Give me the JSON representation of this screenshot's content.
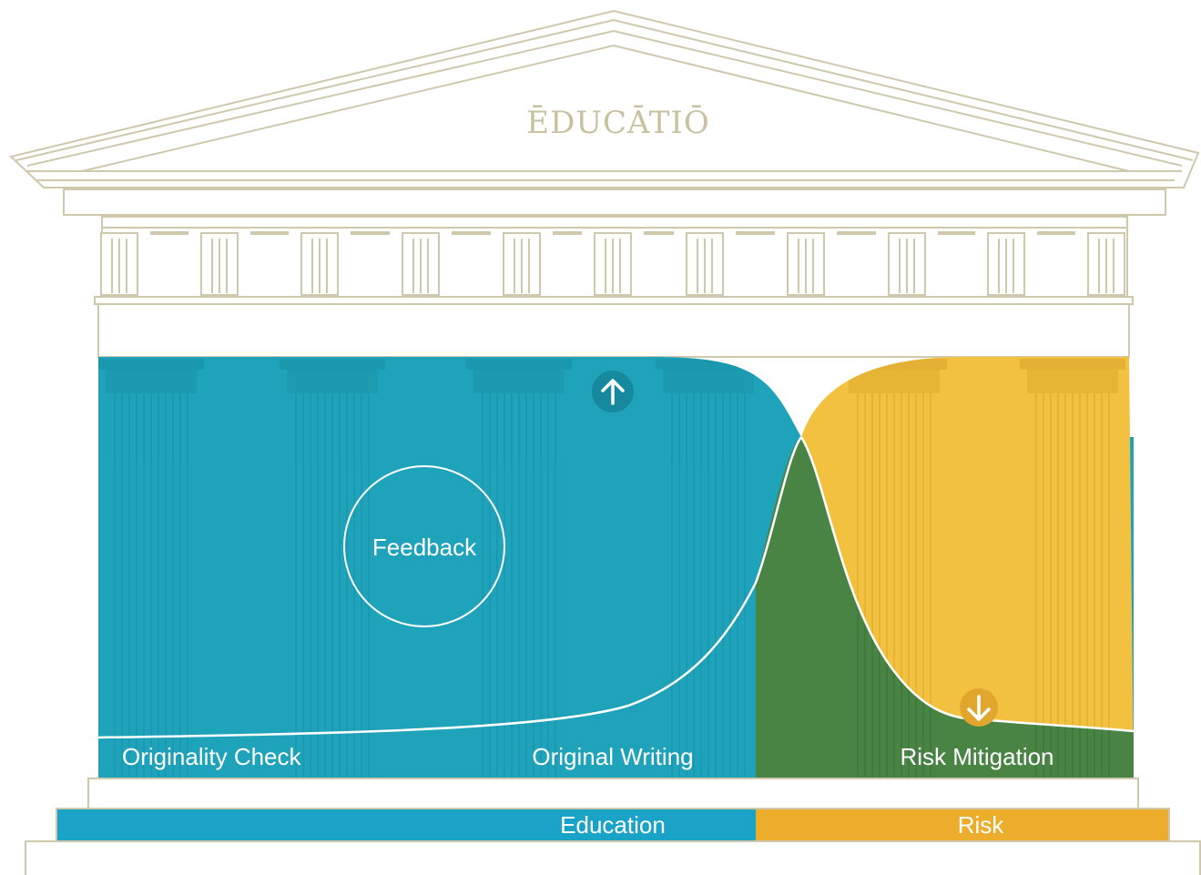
{
  "temple": {
    "title": "ĒDUCĀTIŌ"
  },
  "feedback": {
    "label": "Feedback"
  },
  "labels": {
    "originality_check": "Originality Check",
    "original_writing": "Original Writing",
    "risk_mitigation": "Risk Mitigation"
  },
  "base_bar": {
    "education": "Education",
    "risk": "Risk"
  },
  "icons": {
    "up": "arrow-up-icon",
    "down": "arrow-down-icon"
  },
  "colors": {
    "education": "#1fa3bb",
    "risk": "#f2c13f",
    "overlap": "#4a8445",
    "bar_education": "#1aa3c6",
    "bar_risk": "#ecad2d",
    "temple": "#cfc8ad"
  }
}
